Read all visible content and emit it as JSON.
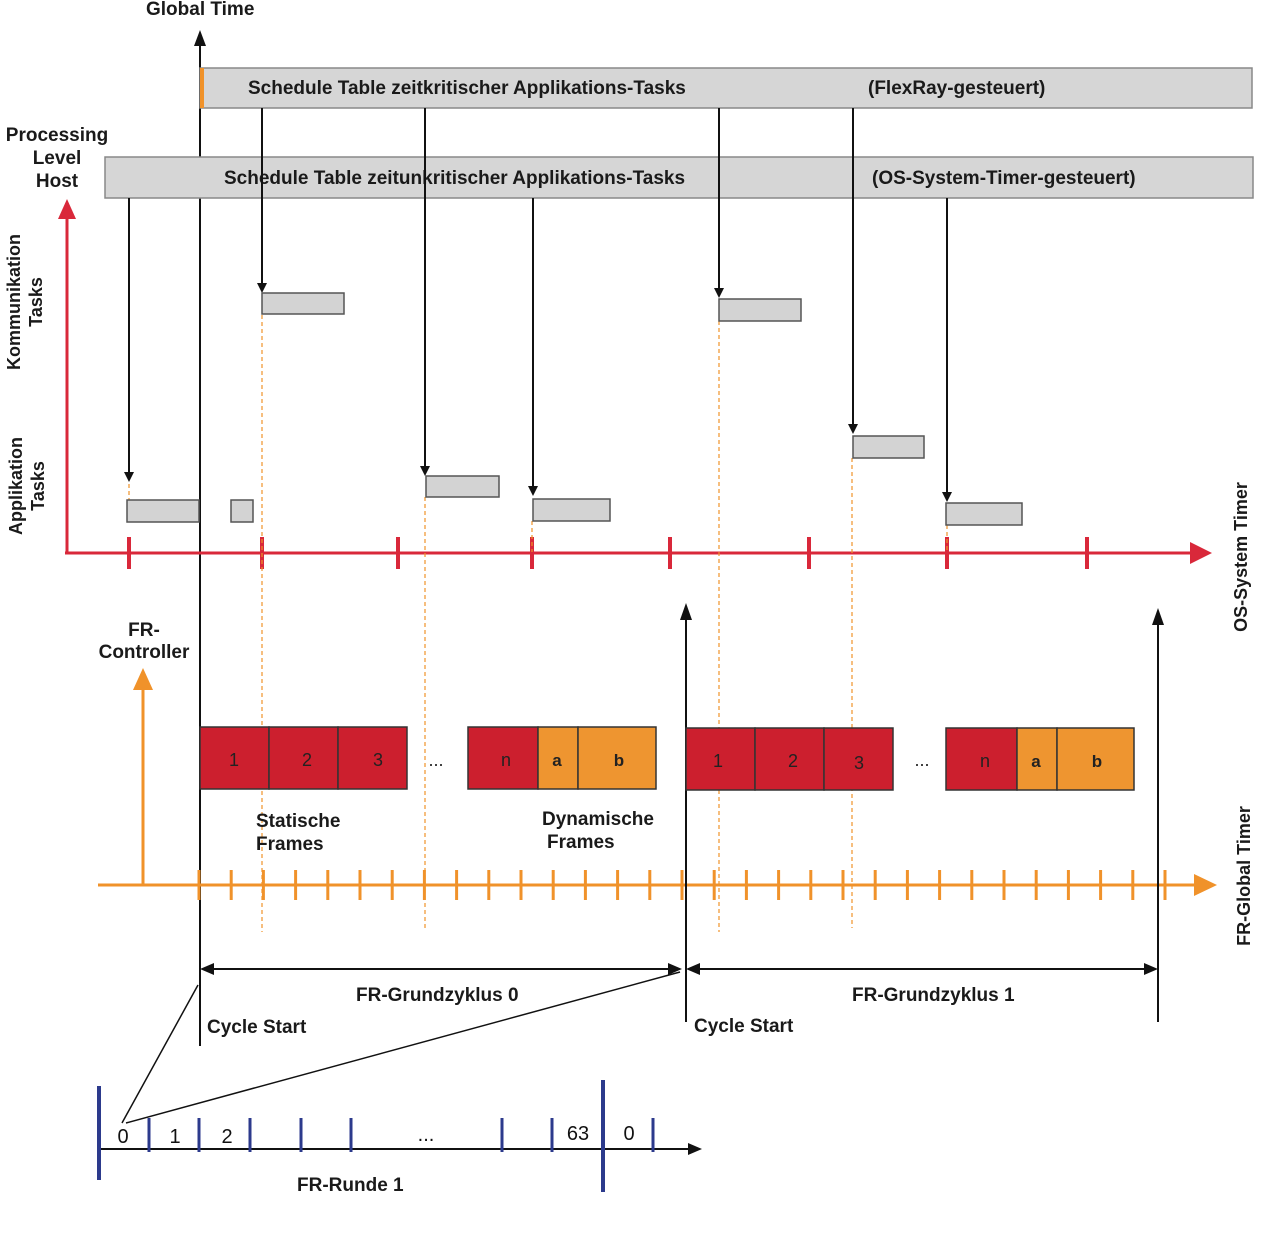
{
  "labels": {
    "global_time": "Global Time",
    "processing_level_host_1": "Processing",
    "processing_level_host_2": "Level",
    "processing_level_host_3": "Host",
    "kommunikation_tasks_1": "Kommunikation",
    "kommunikation_tasks_2": "Tasks",
    "applikation_tasks_1": "Applikation",
    "applikation_tasks_2": "Tasks",
    "os_system_timer": "OS-System Timer",
    "fr_controller_1": "FR-",
    "fr_controller_2": "Controller",
    "fr_global_timer": "FR-Global Timer",
    "statische_frames_1": "Statische",
    "statische_frames_2": "Frames",
    "dynamische_frames_1": "Dynamische",
    "dynamische_frames_2": "Frames",
    "fr_grundzyklus_0": "FR-Grundzyklus 0",
    "fr_grundzyklus_1": "FR-Grundzyklus 1",
    "cycle_start_0": "Cycle Start",
    "cycle_start_1": "Cycle Start",
    "fr_runde_1": "FR-Runde 1"
  },
  "schedule_tables": {
    "critical": {
      "label": "Schedule Table zeitkritischer Applikations-Tasks",
      "mode": "(FlexRay-gesteuert)"
    },
    "uncritical": {
      "label": "Schedule Table zeitunkritischer Applikations-Tasks",
      "mode": "(OS-System-Timer-gesteuert)"
    }
  },
  "cycle_0_frames": {
    "static": [
      "1",
      "2",
      "3"
    ],
    "ellipsis": "...",
    "last": "n",
    "dynamic": [
      "a",
      "b"
    ]
  },
  "cycle_1_frames": {
    "static": [
      "1",
      "2",
      "3"
    ],
    "ellipsis": "...",
    "last": "n",
    "dynamic": [
      "a",
      "b"
    ]
  },
  "round_segments": {
    "first": [
      "0",
      "1",
      "2"
    ],
    "ellipsis": "...",
    "last": [
      "63",
      "0"
    ]
  },
  "colors": {
    "os_timer_red": "#d9283a",
    "fr_orange": "#f0922a",
    "static_frame": "#cc1f2e",
    "dynamic_frame": "#ee9530",
    "task_box": "#d3d3d3",
    "round_blue": "#2c3a8c"
  }
}
